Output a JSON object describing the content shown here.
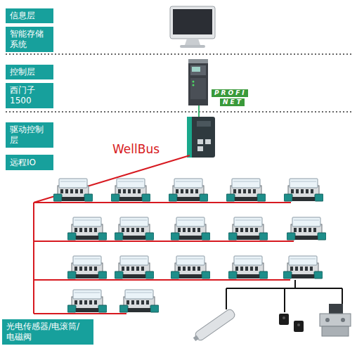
{
  "diagram": {
    "nodes": [
      {
        "text": [
          "信息层"
        ]
      },
      {
        "text": [
          "智能存储 系统"
        ]
      },
      {
        "text": [
          "控制层"
        ]
      },
      {
        "text": [
          "西门子 1500"
        ]
      },
      {
        "text": [
          "驱动控制层"
        ]
      },
      {
        "text": [
          "远程IO"
        ]
      },
      {
        "text": [
          "光电传感器/电滚筒/ 电磁阀"
        ]
      }
    ],
    "labels": [
      "WellBus",
      "PROFI",
      "NET"
    ]
  }
}
